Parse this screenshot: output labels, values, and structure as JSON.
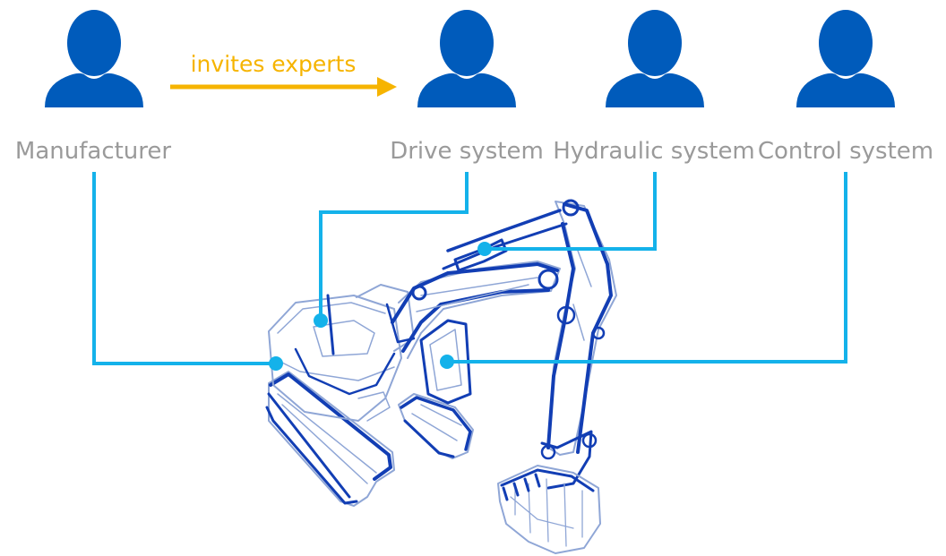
{
  "colors": {
    "person_icon": "#005bbb",
    "arrow": "#f6b400",
    "connector": "#14b2ea",
    "label_text": "#9a9a9a",
    "excavator_dark": "#123eb4",
    "excavator_light": "#8fa6d6"
  },
  "roles": [
    {
      "id": "manufacturer",
      "label": "Manufacturer",
      "icon": "person-icon"
    },
    {
      "id": "drive",
      "label": "Drive system",
      "icon": "person-icon"
    },
    {
      "id": "hydraulic",
      "label": "Hydraulic system",
      "icon": "person-icon"
    },
    {
      "id": "control",
      "label": "Control system",
      "icon": "person-icon"
    }
  ],
  "arrow": {
    "label": "invites experts"
  },
  "illustration": {
    "icon": "excavator-wireframe"
  }
}
